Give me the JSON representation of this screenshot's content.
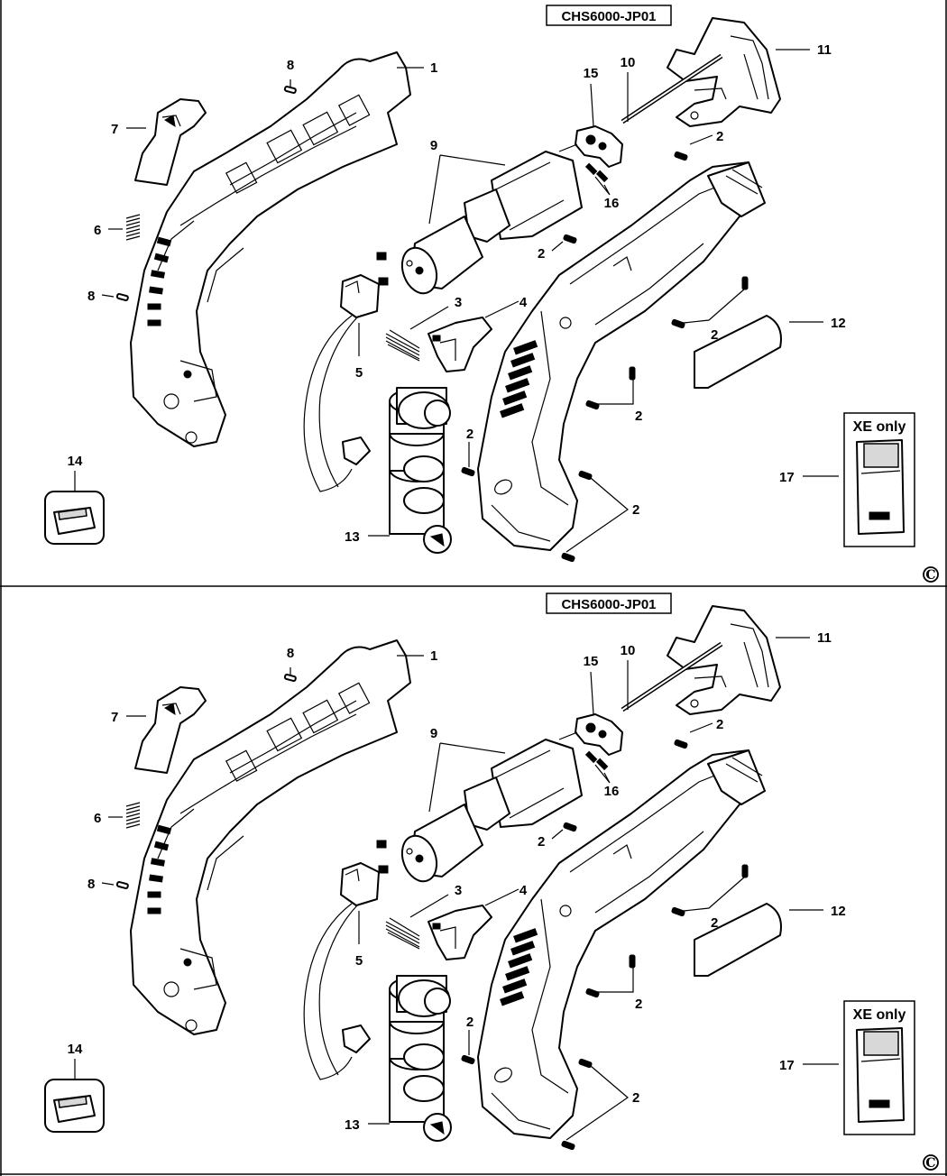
{
  "diagram": {
    "part_number": "CHS6000-JP01",
    "variant_note": "XE only",
    "copyright_symbol": "C",
    "labels": {
      "l1": "1",
      "l2a": "2",
      "l2b": "2",
      "l2c": "2",
      "l2d": "2",
      "l2e": "2",
      "l2f": "2",
      "l3": "3",
      "l4": "4",
      "l5": "5",
      "l6": "6",
      "l7": "7",
      "l8a": "8",
      "l8b": "8",
      "l9": "9",
      "l10": "10",
      "l11": "11",
      "l12": "12",
      "l13": "13",
      "l14": "14",
      "l15": "15",
      "l16": "16",
      "l17": "17"
    }
  },
  "panels": [
    {
      "name": "top"
    },
    {
      "name": "bottom"
    }
  ]
}
